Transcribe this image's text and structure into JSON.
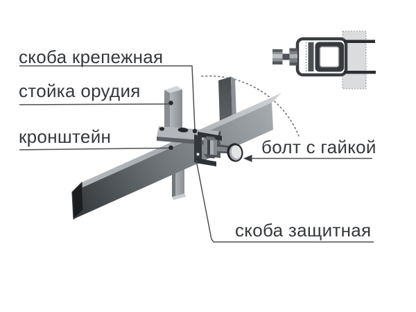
{
  "meta": {
    "kind": "technical parts diagram",
    "language": "ru",
    "background": "#ffffff"
  },
  "labels": {
    "fastening_clamp": "скоба крепежная",
    "implement_post": "стойка орудия",
    "bracket": "кронштейн",
    "bolt_with_nut": "болт с гайкой",
    "protective_clamp": "скоба защитная"
  },
  "colors": {
    "label_text": "#35383b",
    "leader_line": "#4b4e52",
    "metal_light": "#c6cacd",
    "metal_mid": "#85898d",
    "metal_dark": "#2e3236",
    "beam_end_face": "#1b1d1f",
    "inset_post_strip": "#dadcde",
    "rotation_arc": "#6e7175"
  }
}
